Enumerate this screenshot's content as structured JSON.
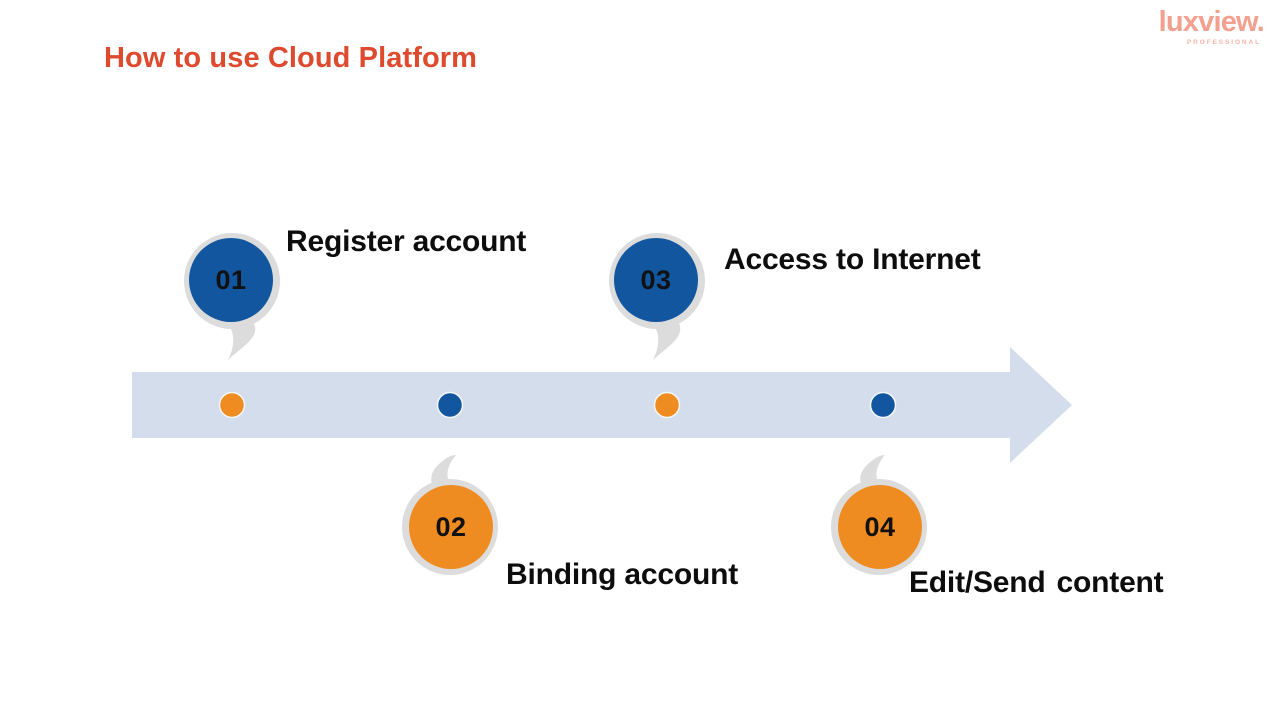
{
  "slide": {
    "title": "How to use Cloud Platform",
    "background_color": "#FFFFFF",
    "title_color": "#DE4A2E"
  },
  "logo": {
    "name": "luxview.",
    "tagline": "PROFESSIONAL",
    "color": "#F4A08E"
  },
  "timeline": {
    "arrow_color": "#D3DDEC",
    "dot_colors": [
      "#EE8C22",
      "#11569E",
      "#EE8C22",
      "#11569E"
    ],
    "bubble_ring_color": "#DCDCDC"
  },
  "colors": {
    "blue": "#11569E",
    "orange": "#EE8C22",
    "gray_ring": "#DCDCDC",
    "arrow": "#D3DDEC",
    "title_red": "#DE4A2E"
  },
  "steps": [
    {
      "number": "01",
      "label": "Register account",
      "color": "#11569E",
      "position": "above",
      "label_part_a": "Register account",
      "label_part_b": ""
    },
    {
      "number": "02",
      "label": "Binding account",
      "color": "#EE8C22",
      "position": "below",
      "label_part_a": "Binding account",
      "label_part_b": ""
    },
    {
      "number": "03",
      "label": "Access to Internet",
      "color": "#11569E",
      "position": "above",
      "label_part_a": "Access to Internet",
      "label_part_b": ""
    },
    {
      "number": "04",
      "label": "Edit/Send content",
      "color": "#EE8C22",
      "position": "below",
      "label_part_a": "Edit/Send",
      "label_part_b": "content"
    }
  ]
}
